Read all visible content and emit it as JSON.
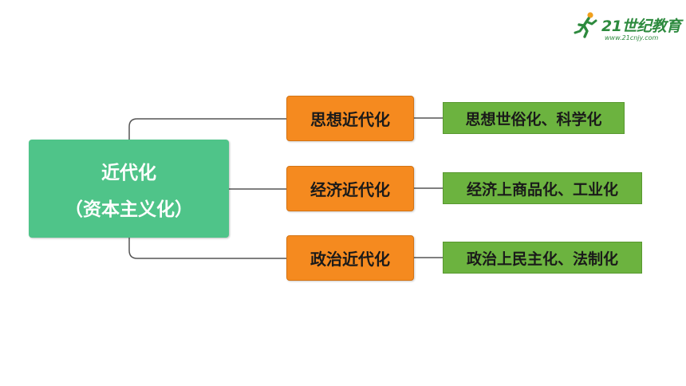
{
  "logo": {
    "brand": "21世纪教育",
    "url": "www.21cnjy.com",
    "icon": "runner-icon"
  },
  "root": {
    "line1": "近代化",
    "line2": "（资本主义化）"
  },
  "branches": [
    {
      "label": "思想近代化",
      "detail": "思想世俗化、科学化"
    },
    {
      "label": "经济近代化",
      "detail": "经济上商品化、工业化"
    },
    {
      "label": "政治近代化",
      "detail": "政治上民主化、法制化"
    }
  ],
  "colors": {
    "root": "#4fc489",
    "branch": "#f58a1f",
    "leaf": "#6cb33f",
    "line": "#555555"
  }
}
